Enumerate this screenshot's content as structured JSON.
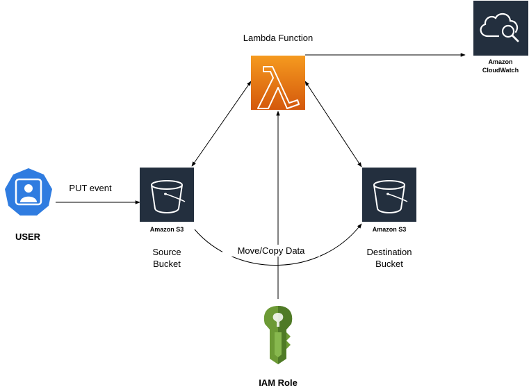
{
  "nodes": {
    "user": {
      "label": "USER",
      "icon": "user-icon",
      "color": "#2f7ce0"
    },
    "lambda": {
      "label": "Lambda Function",
      "icon": "lambda-icon",
      "color_top": "#f59a1f",
      "color_bottom": "#d4580c"
    },
    "cloudwatch": {
      "label_line1": "Amazon",
      "label_line2": "CloudWatch",
      "icon": "cloudwatch-icon",
      "color": "#232f3e"
    },
    "source_bucket": {
      "service": "Amazon S3",
      "label_line1": "Source",
      "label_line2": "Bucket",
      "icon": "s3-bucket-icon",
      "color": "#232f3e"
    },
    "destination_bucket": {
      "service": "Amazon S3",
      "label_line1": "Destination",
      "label_line2": "Bucket",
      "icon": "s3-bucket-icon",
      "color": "#232f3e"
    },
    "iam_role": {
      "label": "IAM Role",
      "icon": "iam-key-icon",
      "color": "#6c9a35"
    }
  },
  "edges": {
    "put_event": "PUT event",
    "move_copy": "Move/Copy Data"
  }
}
